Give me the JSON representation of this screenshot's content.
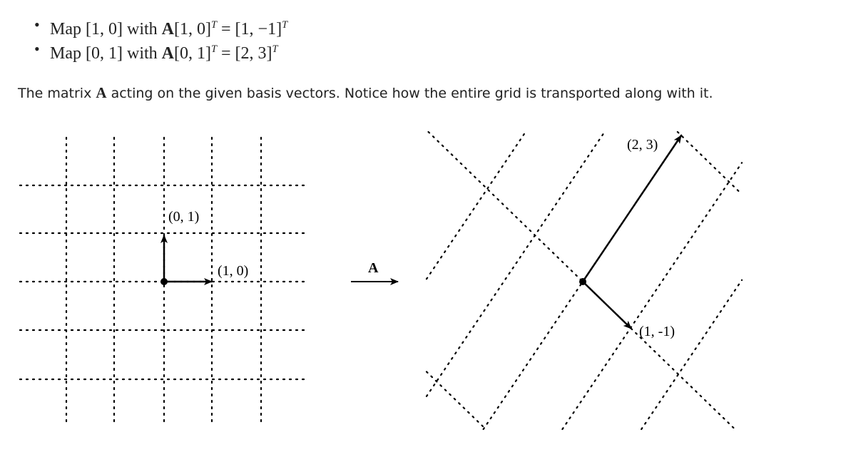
{
  "bullets": [
    {
      "map": "Map",
      "vec": "[1, 0]",
      "with": "with",
      "mat": "A",
      "expr": "[1, 0]",
      "sup": "T",
      "eq": "=",
      "result": "[1, −1]",
      "result_sup": "T"
    },
    {
      "map": "Map",
      "vec": "[0, 1]",
      "with": "with",
      "mat": "A",
      "expr": "[0, 1]",
      "sup": "T",
      "eq": "=",
      "result": "[2, 3]",
      "result_sup": "T"
    }
  ],
  "caption": {
    "before": "The matrix ",
    "matrix": "A",
    "after": " acting on the given basis vectors. Notice how the entire grid is transported along with it."
  },
  "figure": {
    "left_labels": {
      "e1": "(1, 0)",
      "e2": "(0, 1)"
    },
    "arrow_label": "A",
    "right_labels": {
      "v1": "(1, -1)",
      "v2": "(2, 3)"
    }
  },
  "colors": {
    "text": "#222222",
    "ink": "#000000",
    "background": "#ffffff"
  }
}
